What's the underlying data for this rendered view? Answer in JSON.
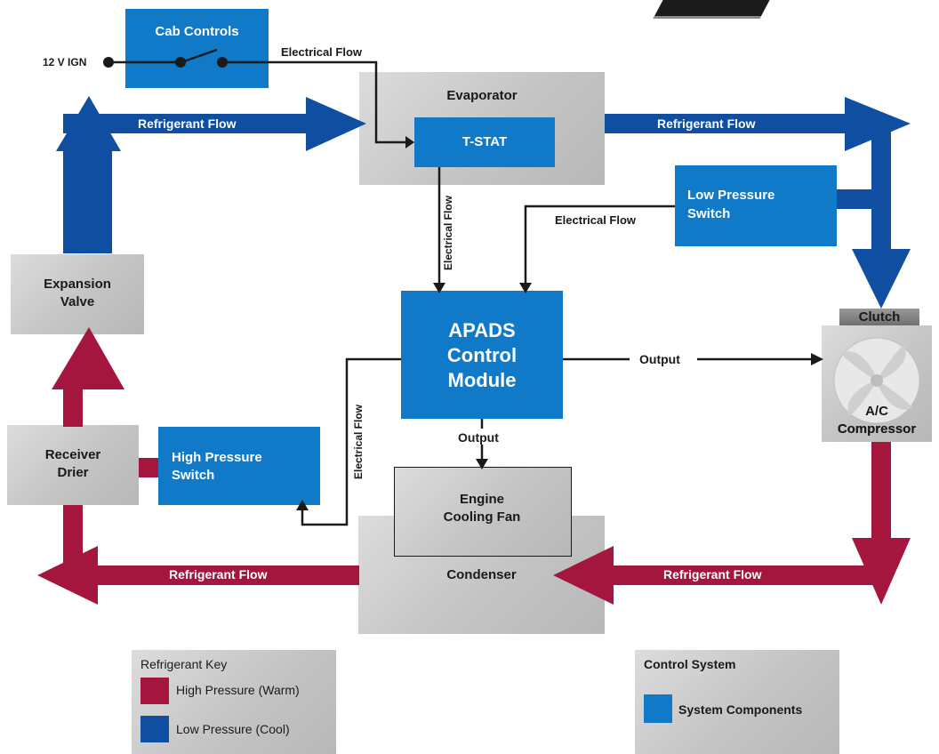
{
  "colors": {
    "low": "#0f4ea0",
    "high": "#a5163f",
    "component": "#1079c8",
    "housing": "#c8c8c8"
  },
  "cab_controls": "Cab Controls",
  "ign": "12 V IGN",
  "electrical_flow": "Electrical Flow",
  "refrigerant_flow": "Refrigerant Flow",
  "evaporator": "Evaporator",
  "tstat": "T-STAT",
  "low_pressure_switch": [
    "Low Pressure",
    "Switch"
  ],
  "expansion_valve": [
    "Expansion",
    "Valve"
  ],
  "apads": [
    "APADS",
    "Control",
    "Module"
  ],
  "output": "Output",
  "clutch": "Clutch",
  "compressor": [
    "A/C",
    "Compressor"
  ],
  "receiver_drier": [
    "Receiver",
    "Drier"
  ],
  "high_pressure_switch": [
    "High Pressure",
    "Switch"
  ],
  "engine_fan": [
    "Engine",
    "Cooling Fan"
  ],
  "condenser": "Condenser",
  "refrigerant_key": {
    "title": "Refrigerant Key",
    "high": "High Pressure (Warm)",
    "low": "Low Pressure (Cool)"
  },
  "control_system": {
    "title": "Control System",
    "item": "System Components"
  }
}
